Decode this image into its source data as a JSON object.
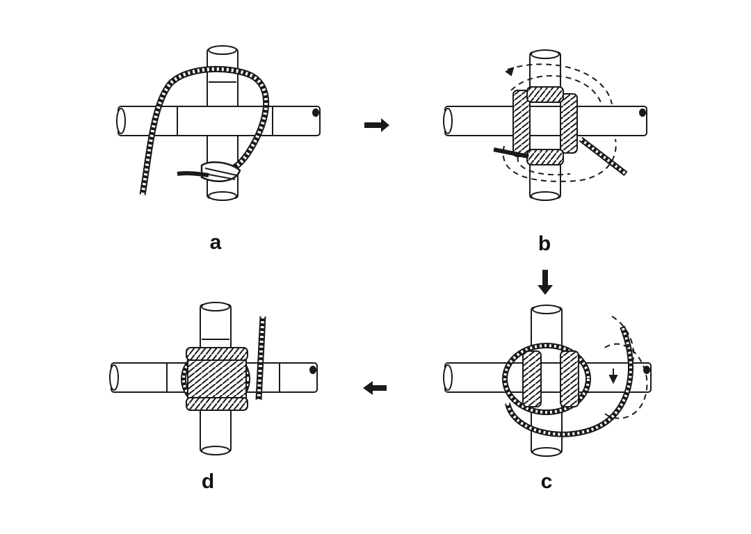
{
  "panels": [
    {
      "id": "a",
      "label": "a"
    },
    {
      "id": "b",
      "label": "b"
    },
    {
      "id": "c",
      "label": "c"
    },
    {
      "id": "d",
      "label": "d"
    }
  ],
  "arrows": [
    {
      "from": "a",
      "to": "b",
      "direction": "right"
    },
    {
      "from": "b",
      "to": "c",
      "direction": "down"
    },
    {
      "from": "c",
      "to": "d",
      "direction": "left"
    }
  ],
  "colors": {
    "ink": "#1a1a1a",
    "pole_fill": "#ffffff",
    "background": "#ffffff"
  }
}
